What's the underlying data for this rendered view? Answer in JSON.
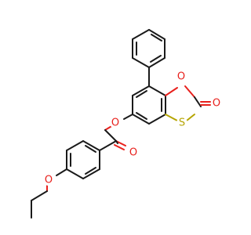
{
  "molecule": {
    "atoms": {
      "ring_oxygen": "O",
      "carbonyl_oxygen_ring": "O",
      "ring_sulfur": "S",
      "ester_oxygen": "O",
      "ester_carbonyl_oxygen": "O",
      "ether_oxygen": "O"
    }
  },
  "colors": {
    "bond": "#1a1a1a",
    "oxygen": "#e8201c",
    "sulfur": "#b5a400",
    "background": "#ffffff"
  }
}
